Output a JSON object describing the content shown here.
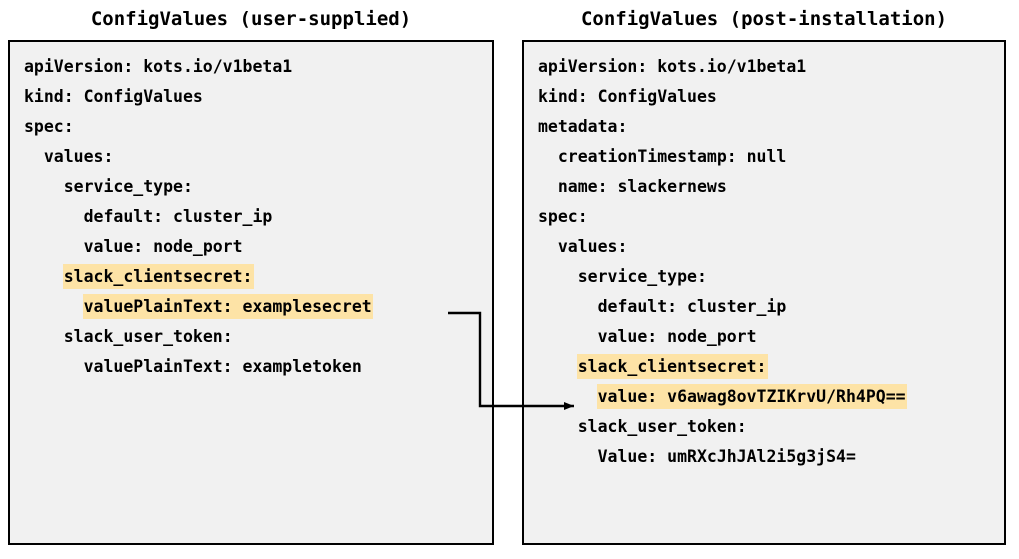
{
  "panels": [
    {
      "title": "ConfigValues (user-supplied)",
      "lines": [
        {
          "indent": 0,
          "text": "apiVersion: kots.io/v1beta1",
          "highlight": false
        },
        {
          "indent": 0,
          "text": "kind: ConfigValues",
          "highlight": false
        },
        {
          "indent": 0,
          "text": "spec:",
          "highlight": false
        },
        {
          "indent": 1,
          "text": "values:",
          "highlight": false
        },
        {
          "indent": 2,
          "text": "service_type:",
          "highlight": false
        },
        {
          "indent": 3,
          "text": "default: cluster_ip",
          "highlight": false
        },
        {
          "indent": 3,
          "text": "value: node_port",
          "highlight": false
        },
        {
          "indent": 2,
          "text": "slack_clientsecret:",
          "highlight": true
        },
        {
          "indent": 3,
          "text": "valuePlainText: examplesecret",
          "highlight": true
        },
        {
          "indent": 2,
          "text": "slack_user_token:",
          "highlight": false
        },
        {
          "indent": 3,
          "text": "valuePlainText: exampletoken",
          "highlight": false
        }
      ]
    },
    {
      "title": "ConfigValues (post-installation)",
      "lines": [
        {
          "indent": 0,
          "text": "apiVersion: kots.io/v1beta1",
          "highlight": false
        },
        {
          "indent": 0,
          "text": "kind: ConfigValues",
          "highlight": false
        },
        {
          "indent": 0,
          "text": "metadata:",
          "highlight": false
        },
        {
          "indent": 1,
          "text": "creationTimestamp: null",
          "highlight": false
        },
        {
          "indent": 1,
          "text": "name: slackernews",
          "highlight": false
        },
        {
          "indent": 0,
          "text": "spec:",
          "highlight": false
        },
        {
          "indent": 1,
          "text": "values:",
          "highlight": false
        },
        {
          "indent": 2,
          "text": "service_type:",
          "highlight": false
        },
        {
          "indent": 3,
          "text": "default: cluster_ip",
          "highlight": false
        },
        {
          "indent": 3,
          "text": "value: node_port",
          "highlight": false
        },
        {
          "indent": 2,
          "text": "slack_clientsecret:",
          "highlight": true
        },
        {
          "indent": 3,
          "text": "value: v6awag8ovTZIKrvU/Rh4PQ==",
          "highlight": true
        },
        {
          "indent": 2,
          "text": "slack_user_token:",
          "highlight": false
        },
        {
          "indent": 3,
          "text": "Value: umRXcJhJAl2i5g3jS4=",
          "highlight": false
        }
      ]
    }
  ],
  "connector": {
    "label": "encryption-flow-arrow",
    "from_line": "valuePlainText: examplesecret",
    "to_line": "value: v6awag8ovTZIKrvU/Rh4PQ=="
  },
  "colors": {
    "highlight": "#fde3a6",
    "box_background": "#f1f1f1",
    "box_border": "#000000",
    "text": "#000000",
    "page_background": "#ffffff"
  }
}
